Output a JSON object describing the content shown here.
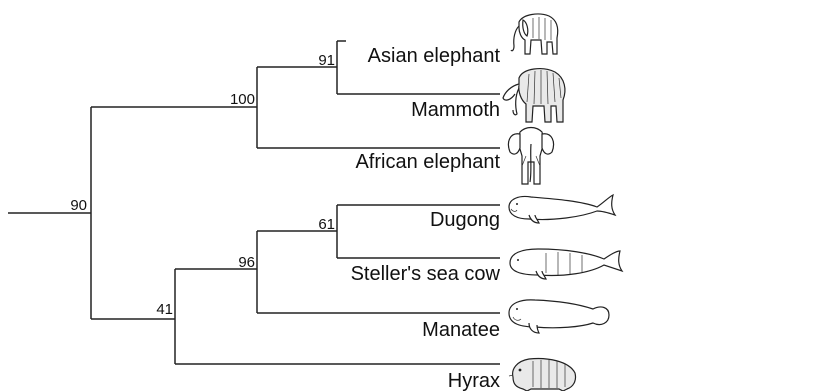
{
  "tree": {
    "taxa": [
      {
        "id": "asian",
        "label": "Asian elephant",
        "icon": "asian-elephant-icon"
      },
      {
        "id": "mammoth",
        "label": "Mammoth",
        "icon": "mammoth-icon"
      },
      {
        "id": "african",
        "label": "African elephant",
        "icon": "african-elephant-icon"
      },
      {
        "id": "dugong",
        "label": "Dugong",
        "icon": "dugong-icon"
      },
      {
        "id": "steller",
        "label": "Steller's sea cow",
        "icon": "stellers-sea-cow-icon"
      },
      {
        "id": "manatee",
        "label": "Manatee",
        "icon": "manatee-icon"
      },
      {
        "id": "hyrax",
        "label": "Hyrax",
        "icon": "hyrax-icon"
      }
    ],
    "support": {
      "asian_mammoth": "91",
      "elephants": "100",
      "dugong_steller": "61",
      "sirenians": "96",
      "sirenians_hyrax": "41",
      "root": "90"
    }
  }
}
